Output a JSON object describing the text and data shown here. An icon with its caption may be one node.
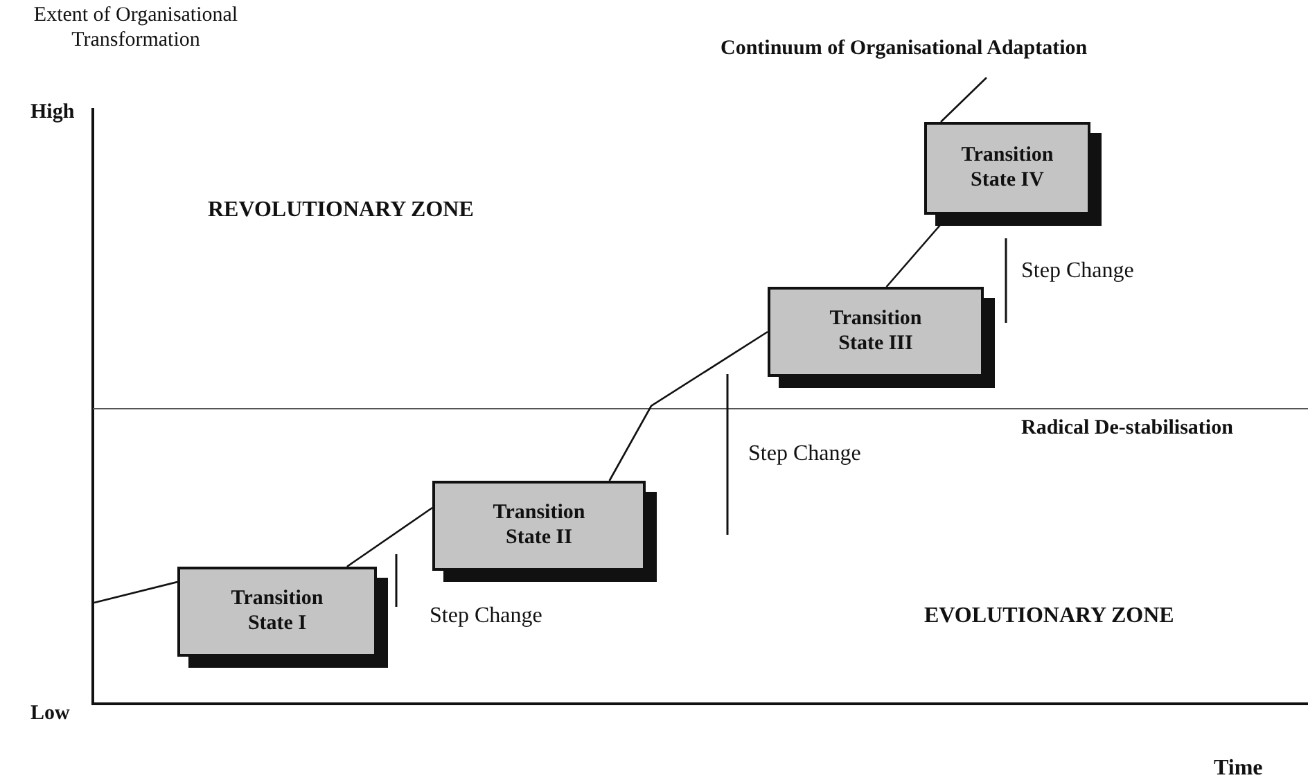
{
  "diagram": {
    "nodes": [
      {
        "text": [
          "Transition State I"
        ]
      },
      {
        "text": [
          "Transition State II"
        ]
      },
      {
        "text": [
          "Transition State III"
        ]
      },
      {
        "text": [
          "Transition State IV"
        ]
      }
    ],
    "edges": [
      {
        "from": null,
        "to": 0,
        "arrow": "none"
      },
      {
        "from": 0,
        "to": 1,
        "arrow": "none"
      },
      {
        "from": 1,
        "to": 2,
        "arrow": "none"
      },
      {
        "from": 2,
        "to": 3,
        "arrow": "none"
      },
      {
        "from": 3,
        "to": null,
        "arrow": "none"
      }
    ],
    "labels": [
      "Extent of Organisational Transformation",
      "Continuum of Organisational Adaptation",
      "High",
      "REVOLUTIONARY ZONE",
      "Step Change",
      "Radical De-stabilisation",
      "Step Change",
      "Step Change",
      "EVOLUTIONARY ZONE",
      "Low",
      "Time"
    ]
  }
}
